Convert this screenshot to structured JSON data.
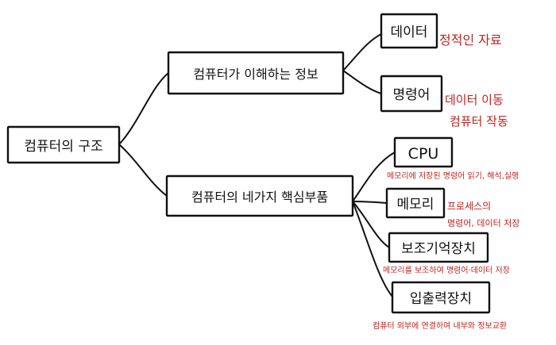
{
  "colors": {
    "ink": "#111111",
    "annotation": "#c0231e",
    "background": "#ffffff"
  },
  "root": {
    "label": "컴퓨터의 구조"
  },
  "branches": [
    {
      "label": "컴퓨터가 이해하는 정보",
      "children": [
        {
          "label": "데이터",
          "note": [
            "정적인 자료"
          ]
        },
        {
          "label": "명령어",
          "note": [
            "데이터 이동",
            "컴퓨터 작동"
          ]
        }
      ]
    },
    {
      "label": "컴퓨터의 네가지 핵심부품",
      "children": [
        {
          "label": "CPU",
          "note": [
            "메모리에 저장된 명령어 읽기, 해석,실행"
          ]
        },
        {
          "label": "메모리",
          "note": [
            "프로세스의",
            "명령어, 데이터 저장"
          ]
        },
        {
          "label": "보조기억장치",
          "note": [
            "메모리를 보조하여 명령어·데이터 저장"
          ]
        },
        {
          "label": "입출력장치",
          "note": [
            "컴퓨터 외부에 연결하여 내부와 정보교환"
          ]
        }
      ]
    }
  ]
}
